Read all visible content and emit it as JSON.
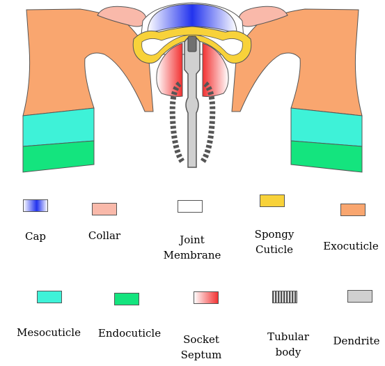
{
  "legend": {
    "cap": "Cap",
    "collar": "Collar",
    "joint_membrane": "Joint\nMembrane",
    "spongy_cuticle": "Spongy\nCuticle",
    "exocuticle": "Exocuticle",
    "mesocuticle": "Mesocuticle",
    "endocuticle": "Endocuticle",
    "socket_septum": "Socket\nSeptum",
    "tubular_body": "Tubular\nbody",
    "dendrite": "Dendrite"
  },
  "colors": {
    "exocuticle": "#F9A66F",
    "mesocuticle": "#3EF2D8",
    "endocuticle": "#14E47E",
    "collar": "#F9B9AA",
    "spongy_cuticle": "#F8D23A",
    "cap": "#2233EE",
    "socket_septum": "#F23030",
    "dendrite": "#D0D0D0",
    "tubular_body": "#606060"
  }
}
